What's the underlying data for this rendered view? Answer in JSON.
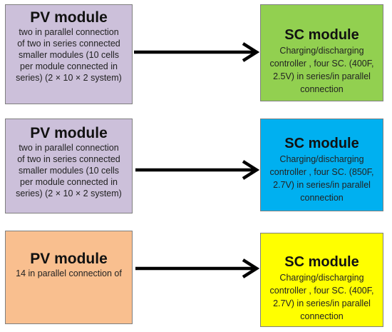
{
  "colors": {
    "pv1": "#ccc0da",
    "pv2": "#ccc0da",
    "pv3": "#f9bf8f",
    "sc1": "#92d050",
    "sc2": "#00b0f0",
    "sc3": "#ffff00",
    "arrow": "#000000"
  },
  "rows": [
    {
      "pv": {
        "title": "PV module",
        "lines": [
          "two in parallel connection",
          "of  two in series connected",
          "smaller modules (10 cells",
          "per module connected in",
          "series) (2 × 10 × 2 system)"
        ]
      },
      "sc": {
        "title": "SC module",
        "lines": [
          "Charging/discharging",
          "controller , four SC. (400F,",
          "2.5V)  in series/in parallel",
          "connection"
        ]
      }
    },
    {
      "pv": {
        "title": "PV module",
        "lines": [
          "two in parallel connection",
          "of  two in series connected",
          "smaller modules (10 cells",
          "per module connected in",
          "series) (2 × 10 × 2 system)"
        ]
      },
      "sc": {
        "title": "SC  module",
        "lines": [
          "Charging/discharging",
          "controller , four SC. (850F,",
          "2.7V)  in series/in parallel",
          "connection"
        ]
      }
    },
    {
      "pv": {
        "title": "PV module",
        "lines": [
          "14 in parallel connection of"
        ]
      },
      "sc": {
        "title": "SC  module",
        "lines": [
          "Charging/discharging",
          "controller , four SC. (400F,",
          "2.7V)  in series/in parallel",
          "connection"
        ]
      }
    }
  ]
}
